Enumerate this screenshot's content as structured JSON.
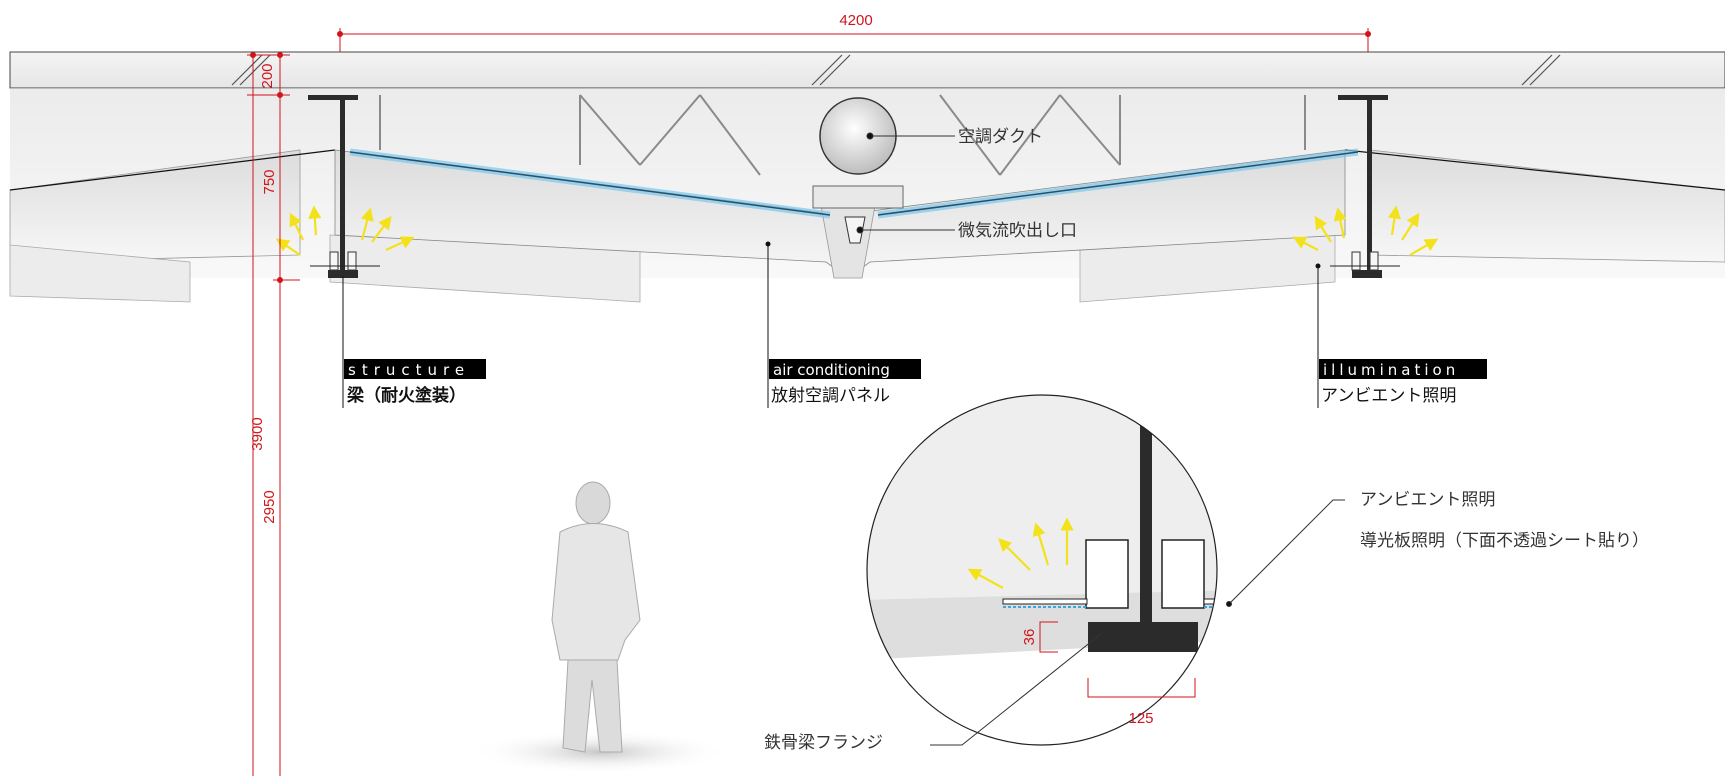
{
  "dimensions": {
    "span": "4200",
    "slab": "200",
    "beam_depth": "750",
    "total_height": "3900",
    "clear_height": "2950",
    "flange_thickness": "36",
    "flange_width": "125"
  },
  "callouts": {
    "duct": "空調ダクト",
    "outlet": "微気流吹出し口",
    "ambient_detail": "アンビエント照明",
    "lightguide_detail": "導光板照明（下面不透過シート貼り）",
    "flange": "鉄骨梁フランジ"
  },
  "tags": {
    "structure": {
      "en": "structure",
      "jp": "梁（耐火塗装）"
    },
    "air": {
      "en": "air conditioning",
      "jp": "放射空調パネル"
    },
    "illumination": {
      "en": "illumination",
      "jp": "アンビエント照明"
    }
  },
  "colors": {
    "dimension": "#d0151b",
    "light_arrow": "#f3e21b",
    "panel_glow": "#7cc8ee",
    "steel": "#2b2b2b",
    "tag_background": "#000000"
  }
}
